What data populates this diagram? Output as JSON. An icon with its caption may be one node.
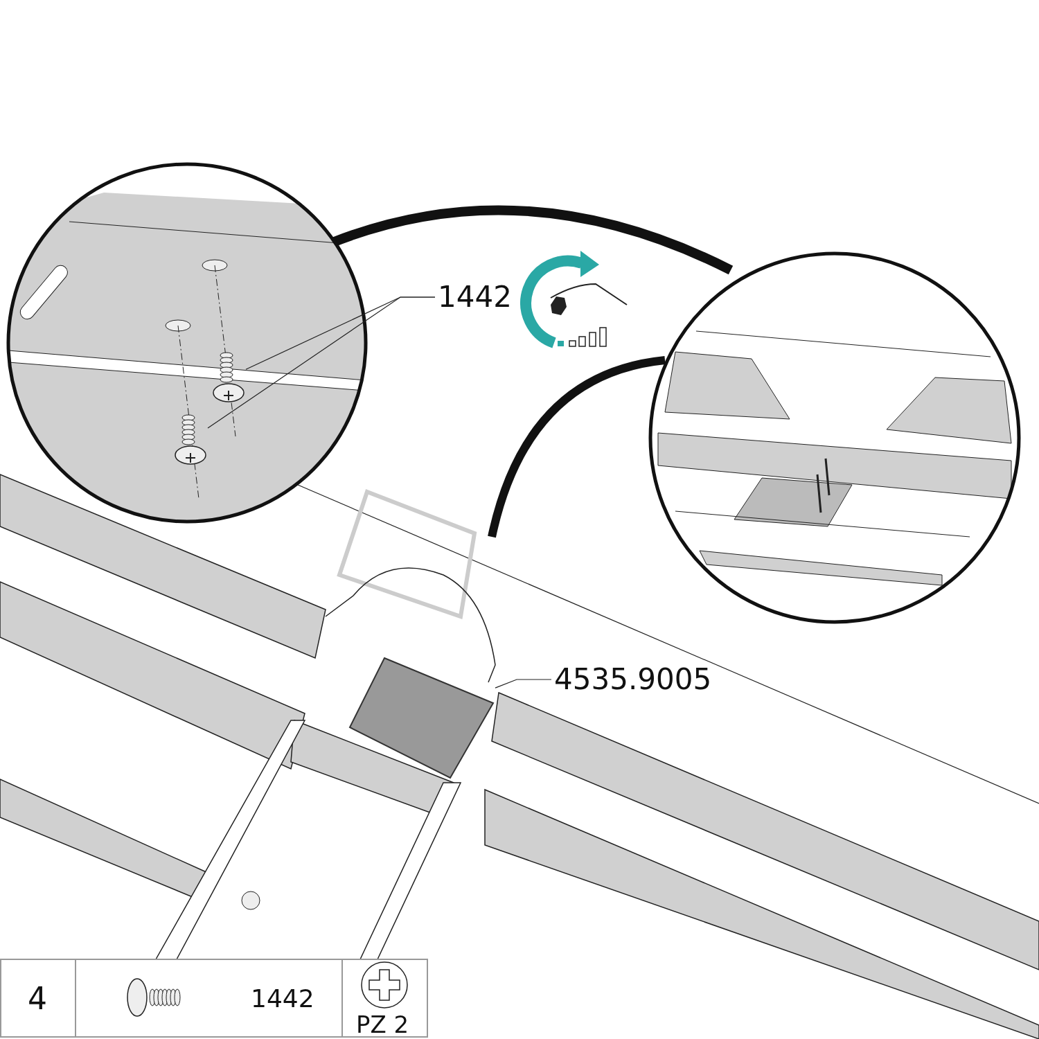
{
  "diagram": {
    "nodes": [
      {
        "text": [
          "1442"
        ]
      },
      {
        "text": [],
        "shape": "picture"
      },
      {
        "text": [],
        "shape": "picture"
      },
      {
        "text": [
          "4535.9005"
        ]
      },
      {
        "text": [],
        "shape": "picture"
      }
    ],
    "edges": [
      {
        "from": 0,
        "to": 1,
        "arrow": "none"
      },
      {
        "from": 0,
        "to": 2,
        "arrow": "none"
      },
      {
        "from": 3,
        "to": 4,
        "arrow": "none"
      }
    ],
    "labels": [
      "4",
      "1442",
      "PZ 2"
    ]
  }
}
